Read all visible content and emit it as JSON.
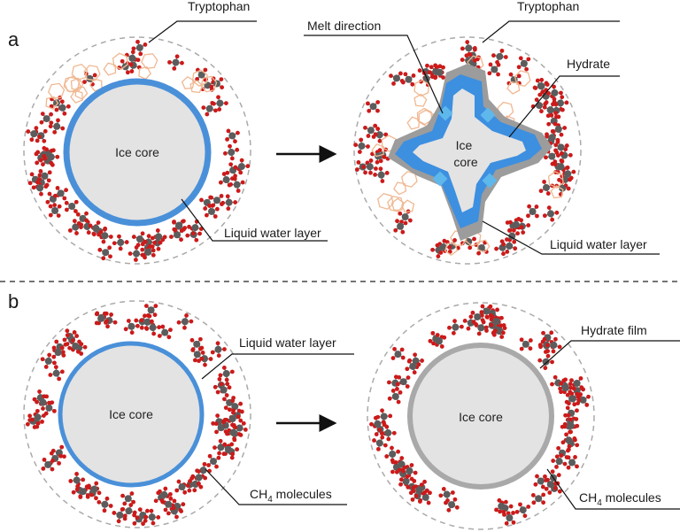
{
  "panels": {
    "a": {
      "label": "a",
      "left": {
        "core_label": "Ice core",
        "tryptophan_label": "Tryptophan",
        "liquid_label": "Liquid water layer"
      },
      "right": {
        "core_label_line1": "Ice",
        "core_label_line2": "core",
        "melt_label": "Melt direction",
        "tryptophan_label": "Tryptophan",
        "hydrate_label": "Hydrate",
        "liquid_label": "Liquid water layer"
      }
    },
    "b": {
      "label": "b",
      "left": {
        "core_label": "Ice core",
        "liquid_label": "Liquid water layer",
        "ch4_label_main": "CH",
        "ch4_label_sub": "4",
        "ch4_label_tail": " molecules"
      },
      "right": {
        "core_label": "Ice core",
        "film_label": "Hydrate film",
        "ch4_label_main": "CH",
        "ch4_label_sub": "4",
        "ch4_label_tail": " molecules"
      }
    }
  },
  "colors": {
    "liquid_layer": "#4a90d9",
    "hydrate": "#3d8fe0",
    "hydrate_film": "#a9a9a9",
    "ice_core": "#e3e3e3",
    "ice_core_rough": "#9c9c9c",
    "carbon_atom": "#5c5c5c",
    "hydrogen_atom": "#cc1a1a",
    "tryptophan": "#f0b892",
    "dashed_boundary": "#aaaaaa"
  }
}
